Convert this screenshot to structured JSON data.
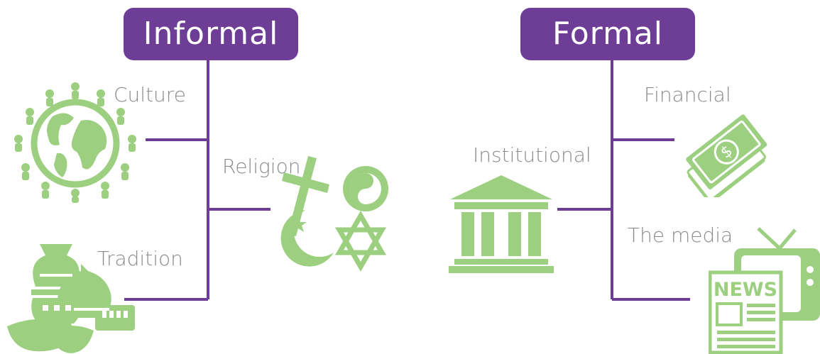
{
  "colors": {
    "accent": "#6e3d96",
    "line": "#6e3d96",
    "icon": "#9ccf80",
    "label": "#8c8c8c"
  },
  "informal": {
    "title": "Informal",
    "items": [
      {
        "label": "Culture",
        "icon": "globe-people-icon"
      },
      {
        "label": "Religion",
        "icon": "religious-symbols-icon"
      },
      {
        "label": "Tradition",
        "icon": "pottery-icon"
      }
    ]
  },
  "formal": {
    "title": "Formal",
    "items": [
      {
        "label": "Financial",
        "icon": "money-icon"
      },
      {
        "label": "Institutional",
        "icon": "institution-building-icon"
      },
      {
        "label": "The media",
        "icon": "tv-newspaper-icon"
      }
    ]
  },
  "news_icon_text": "NEWS"
}
